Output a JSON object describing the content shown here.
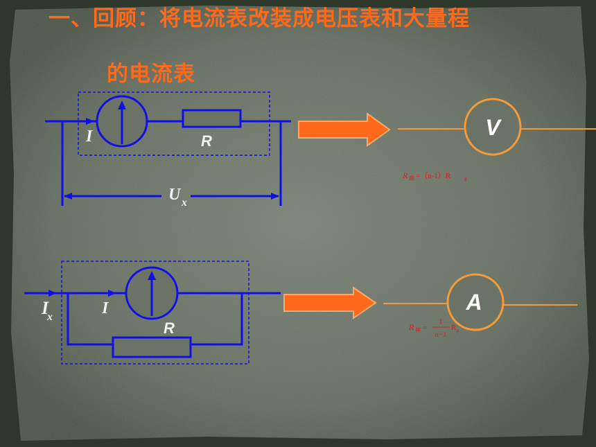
{
  "slide": {
    "title_line1": "一、回顾：将电流表改装成电压表和大量程",
    "title_line2": "的电流表"
  },
  "circuit_voltmeter": {
    "current_label": "I",
    "resistor_label": "R",
    "voltage_label": "U",
    "voltage_sub": "x"
  },
  "voltmeter": {
    "meter_label": "V",
    "formula_lhs": "R",
    "formula_sub": "串",
    "formula_rhs": "=（n-1）R",
    "formula_rhs_sub": "g"
  },
  "circuit_ammeter": {
    "total_current_label": "I",
    "total_current_sub": "x",
    "current_label": "I",
    "resistor_label": "R"
  },
  "ammeter": {
    "meter_label": "A",
    "formula_lhs": "R",
    "formula_sub": "并",
    "formula_eq": "=",
    "formula_num": "1",
    "formula_den": "n−1",
    "formula_rhs": "R",
    "formula_rhs_sub": "g"
  },
  "colors": {
    "wire": "#1010e6",
    "accent": "#ff6a1a",
    "meter_orange": "#f39a3a",
    "formula_red": "#d81f1f",
    "board": "#6b7366"
  }
}
